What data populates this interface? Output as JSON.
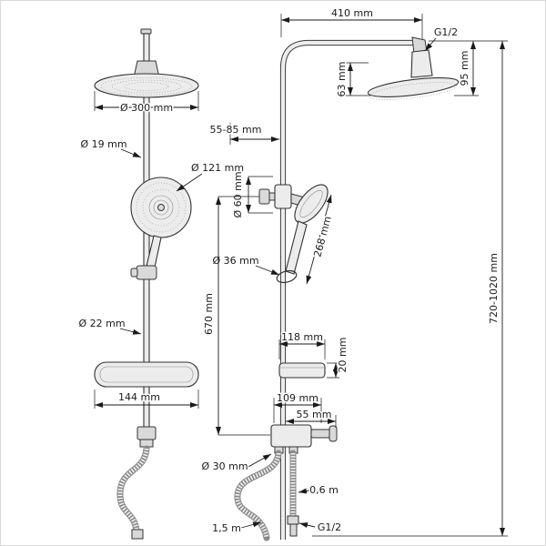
{
  "drawing": {
    "subject": "shower-column-technical-drawing",
    "background": "#ffffff",
    "line_color": "#1a1a1a",
    "part_fill": "#ececec"
  },
  "front_view": {
    "head_diameter": "Ø 300 mm",
    "pipe_diameter": "Ø 19 mm",
    "hand_shower_diameter": "Ø 121 mm",
    "lower_pipe_diameter": "Ø 22 mm",
    "shelf_width": "144 mm"
  },
  "side_view": {
    "top_arm_length": "410 mm",
    "top_thread": "G1/2",
    "head_offset_height": "95 mm",
    "head_drop": "63 mm",
    "wall_distance": "55-85 mm",
    "diverter_diameter": "Ø 60 mm",
    "hand_shower_length": "268 mm",
    "holder_diameter": "Ø 36 mm",
    "mid_section_height": "670 mm",
    "overall_height": "720-1020 mm",
    "shelf_depth": "118 mm",
    "shelf_thickness": "20 mm",
    "mixer_width": "109 mm",
    "handle_length": "55 mm",
    "hose_connector_diameter": "Ø 30 mm",
    "short_hose_length": "0,6 m",
    "long_hose_length": "1,5 m",
    "bottom_thread": "G1/2"
  }
}
